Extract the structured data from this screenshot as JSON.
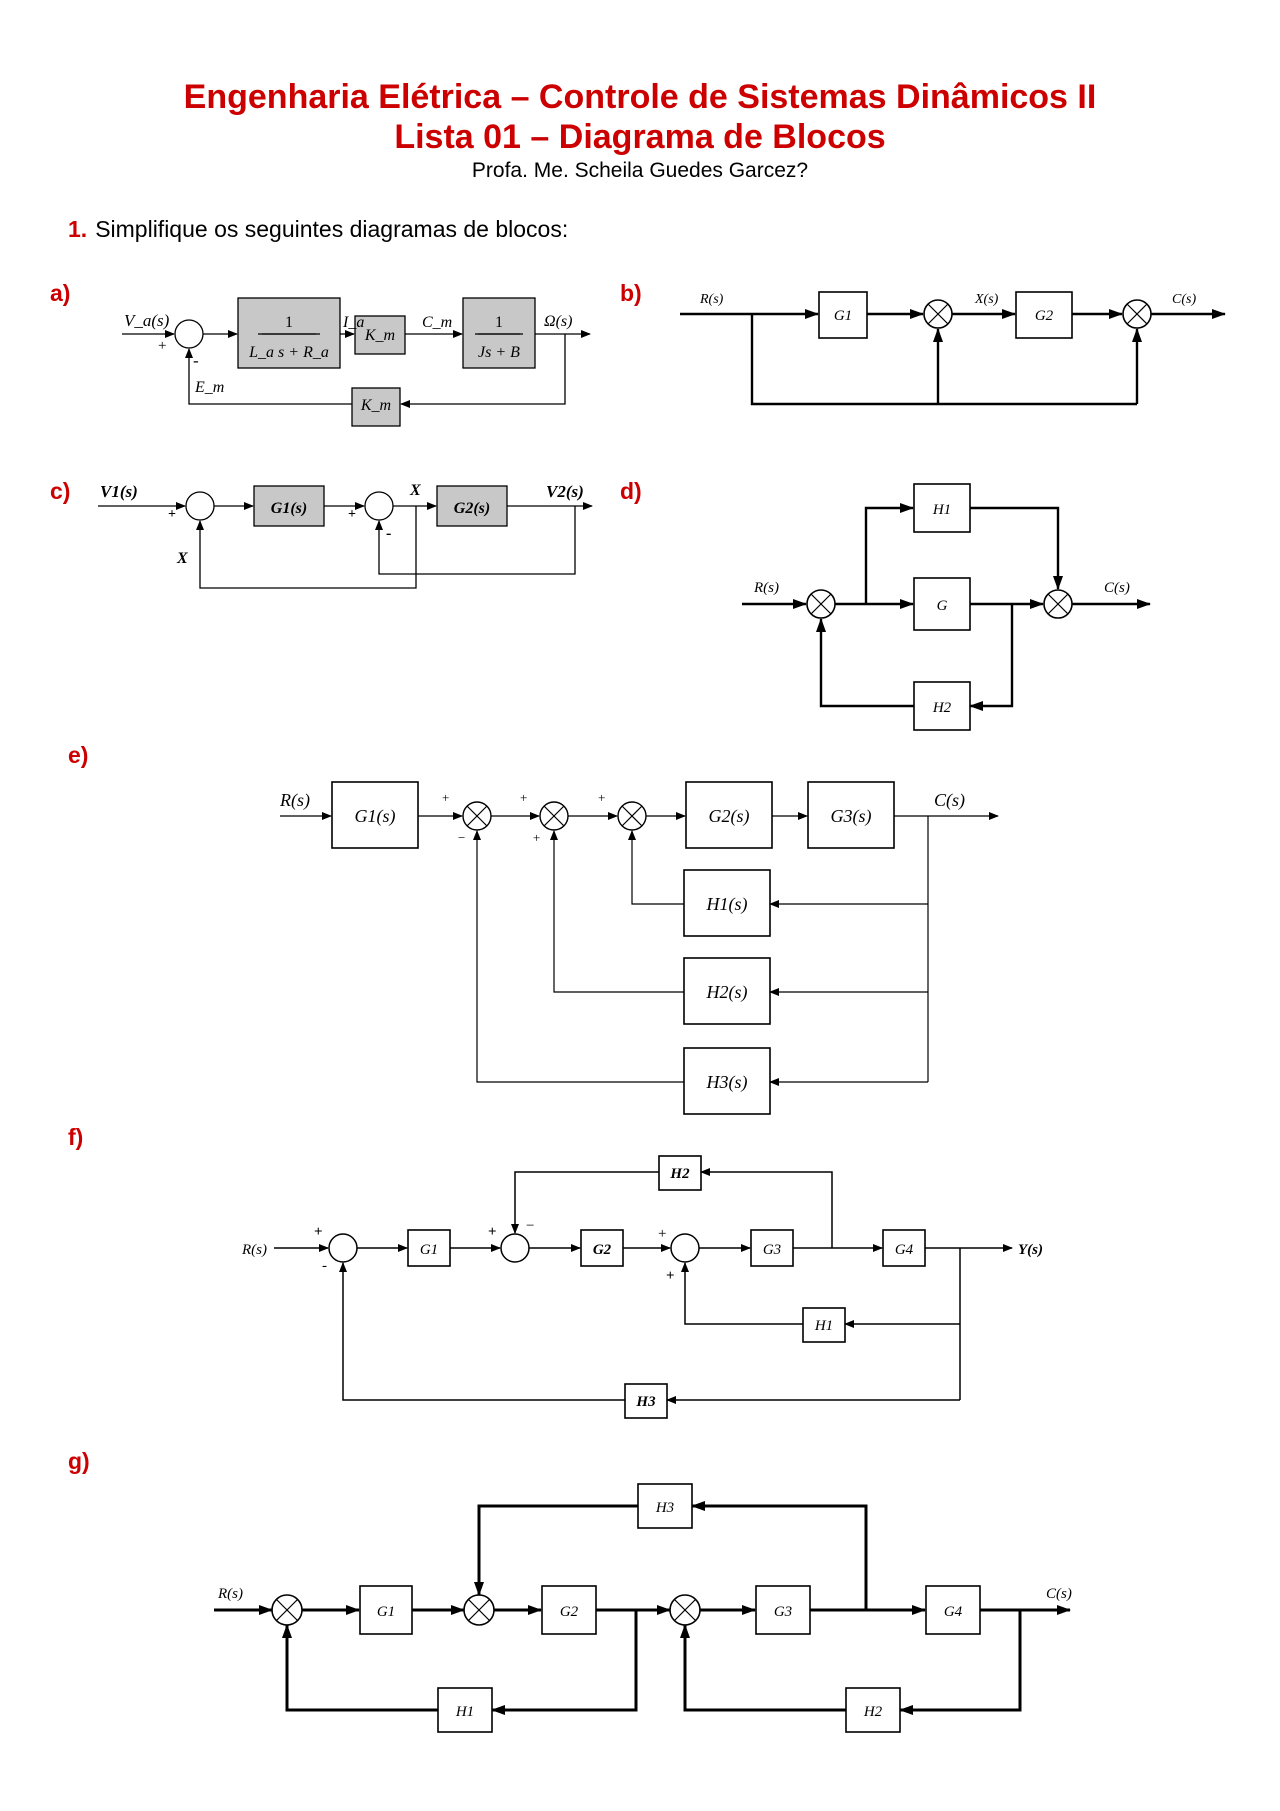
{
  "header": {
    "title_line1": "Engenharia Elétrica – Controle de Sistemas Dinâmicos II",
    "title_line2": "Lista 01 – Diagrama de Blocos",
    "author": "Profa. Me. Scheila Guedes Garcez?"
  },
  "question": {
    "number": "1.",
    "text": "Simplifique os seguintes diagramas de blocos:"
  },
  "labels": {
    "a": "a)",
    "b": "b)",
    "c": "c)",
    "d": "d)",
    "e": "e)",
    "f": "f)",
    "g": "g)"
  },
  "colors": {
    "accent": "#cc0000",
    "block_fill_ac": "#c8c8c8"
  },
  "diagrams": {
    "a": {
      "input": "V_a(s)",
      "block1_num": "1",
      "block1_den": "L_a s + R_a",
      "ia": "I_a",
      "km": "K_m",
      "cm": "C_m",
      "block3_num": "1",
      "block3_den": "Js + B",
      "output": "Ω(s)",
      "em": "E_m",
      "feedback": "K_m",
      "plus": "+",
      "minus": "-"
    },
    "b": {
      "input": "R(s)",
      "g1": "G1",
      "x": "X(s)",
      "g2": "G2",
      "output": "C(s)"
    },
    "c": {
      "input": "V1(s)",
      "g1": "G1(s)",
      "x": "X",
      "g2": "G2(s)",
      "output": "V2(s)",
      "x_fb": "X"
    },
    "d": {
      "input": "R(s)",
      "h1": "H1",
      "g": "G",
      "h2": "H2",
      "output": "C(s)"
    },
    "e": {
      "input": "R(s)",
      "g1": "G1(s)",
      "g2": "G2(s)",
      "g3": "G3(s)",
      "output": "C(s)",
      "h1": "H1(s)",
      "h2": "H2(s)",
      "h3": "H3(s)"
    },
    "f": {
      "input": "R(s)",
      "g1": "G1",
      "g2": "G2",
      "g3": "G3",
      "g4": "G4",
      "h1": "H1",
      "h2": "H2",
      "h3": "H3",
      "output": "Y(s)"
    },
    "g": {
      "input": "R(s)",
      "g1": "G1",
      "g2": "G2",
      "g3": "G3",
      "g4": "G4",
      "h1": "H1",
      "h2": "H2",
      "h3": "H3",
      "output": "C(s)"
    }
  }
}
